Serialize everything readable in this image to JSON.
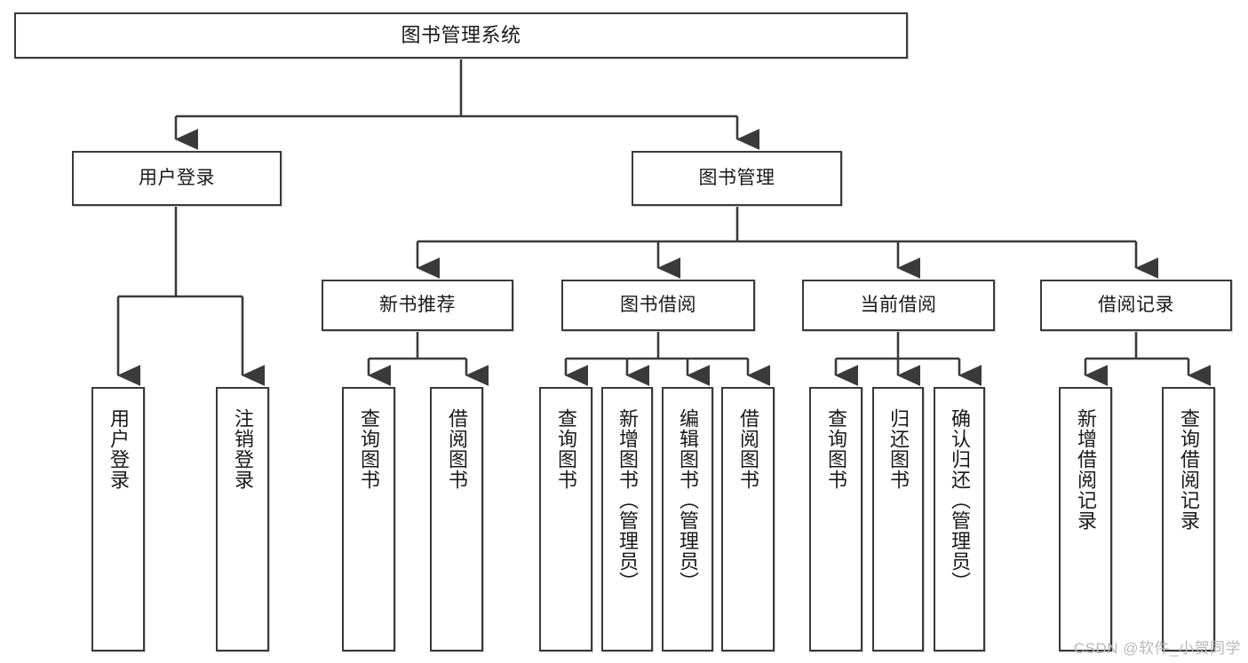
{
  "diagram": {
    "title": "图书管理系统",
    "type": "tree",
    "nodes": {
      "root": {
        "label": "图书管理系统"
      },
      "level2": [
        {
          "id": "user-login",
          "label": "用户登录"
        },
        {
          "id": "book-manage",
          "label": "图书管理"
        }
      ],
      "level3": [
        {
          "id": "new-book-recommend",
          "label": "新书推荐"
        },
        {
          "id": "book-borrow",
          "label": "图书借阅"
        },
        {
          "id": "current-borrow",
          "label": "当前借阅"
        },
        {
          "id": "borrow-record",
          "label": "借阅记录"
        }
      ],
      "leaves": {
        "user-login": [
          {
            "id": "leaf-user-login",
            "label": "用户登录"
          },
          {
            "id": "leaf-logout-login",
            "label": "注销登录"
          }
        ],
        "new-book-recommend": [
          {
            "id": "leaf-query-book-1",
            "label": "查询图书"
          },
          {
            "id": "leaf-borrow-book-1",
            "label": "借阅图书"
          }
        ],
        "book-borrow": [
          {
            "id": "leaf-query-book-2",
            "label": "查询图书"
          },
          {
            "id": "leaf-add-book",
            "label": "新增图书（管理员）"
          },
          {
            "id": "leaf-edit-book",
            "label": "编辑图书（管理员）"
          },
          {
            "id": "leaf-borrow-book-2",
            "label": "借阅图书"
          }
        ],
        "current-borrow": [
          {
            "id": "leaf-query-book-3",
            "label": "查询图书"
          },
          {
            "id": "leaf-return-book",
            "label": "归还图书"
          },
          {
            "id": "leaf-confirm-return",
            "label": "确认归还（管理员）"
          }
        ],
        "borrow-record": [
          {
            "id": "leaf-add-record",
            "label": "新增借阅记录"
          },
          {
            "id": "leaf-query-record",
            "label": "查询借阅记录"
          }
        ]
      }
    },
    "colors": {
      "border": "#3a3a3a",
      "background": "#ffffff",
      "text": "#1a1a1a",
      "watermark": "#b9b9b9"
    }
  },
  "watermark": {
    "text": "CSDN @软件_小贺同学"
  }
}
